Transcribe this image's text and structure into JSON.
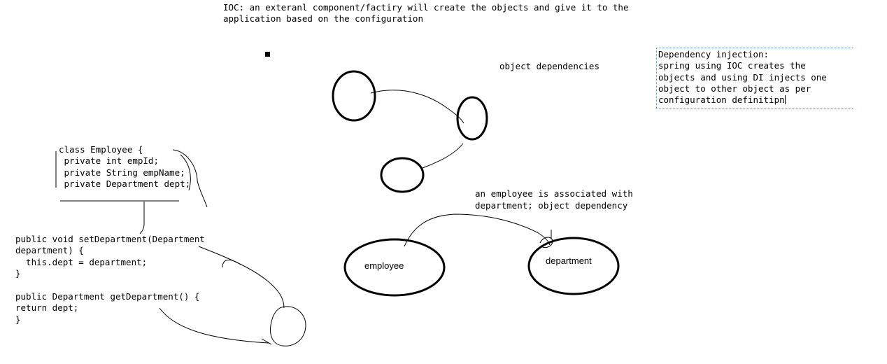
{
  "ioc_note": {
    "line1": "IOC: an exteranl component/factiry will create the objects and give it to the",
    "line2": "application based on the configuration"
  },
  "object_dependencies_label": "object dependencies",
  "di_box": {
    "line1": "Dependency injection:",
    "line2": "spring using IOC creates the",
    "line3": "objects and using DI injects one",
    "line4": "object to other object as per",
    "line5": "configuration definitipn"
  },
  "class_code": {
    "line1": "class Employee {",
    "line2": " private int empId;",
    "line3": " private String empName;",
    "line4": " private Department dept;"
  },
  "setter_code": {
    "line1": "public void setDepartment(Department",
    "line2": "department) {",
    "line3": "  this.dept = department;",
    "line4": "}"
  },
  "getter_code": {
    "line1": "public Department getDepartment() {",
    "line2": "return dept;",
    "line3": "}"
  },
  "association_note": {
    "line1": "an employee is associated with",
    "line2": "department; object dependency"
  },
  "employee_label": "employee",
  "department_label": "department"
}
